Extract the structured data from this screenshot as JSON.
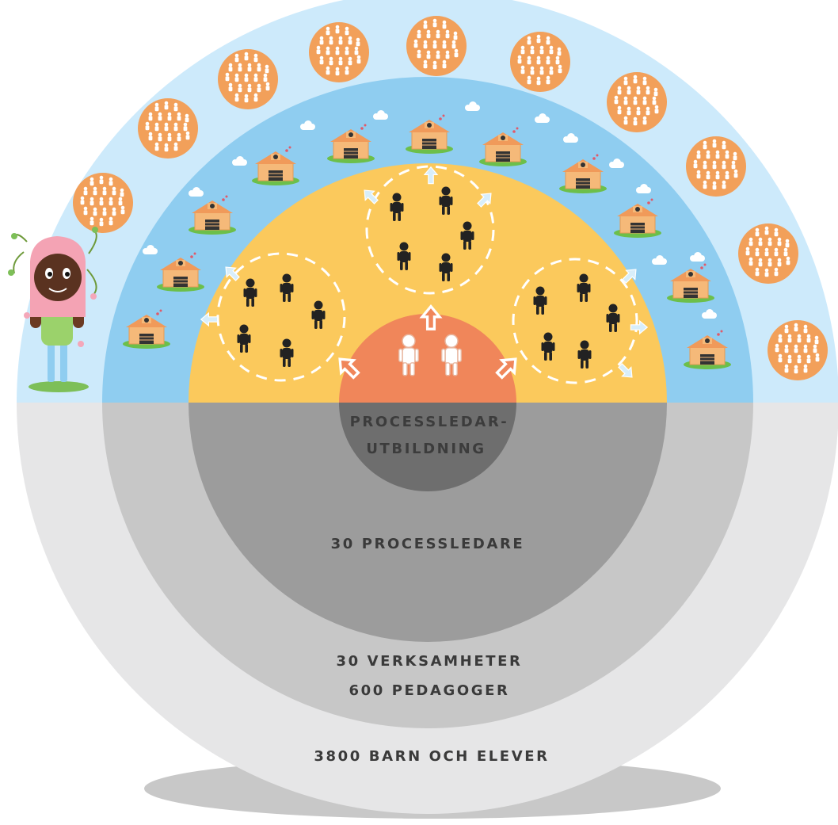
{
  "labels": {
    "core_line1": "PROCESSLEDAR-",
    "core_line2": "UTBILDNING",
    "ring2": "30 PROCESSLEDARE",
    "ring3_line1": "30 VERKSAMHETER",
    "ring3_line2": "600 PEDAGOGER",
    "ring4": "3800 BARN OCH ELEVER"
  },
  "colors": {
    "core_top": "#f0865a",
    "core_bottom": "#6e6e6e",
    "ring2_top": "#fbc95c",
    "ring2_bottom": "#9c9c9c",
    "ring3_top": "#8fcdf0",
    "ring3_bottom": "#c7c7c7",
    "ring4_top": "#cdeafb",
    "ring4_bottom": "#e6e6e7",
    "shadow": "#c8c8c8",
    "crowd": "#f2a05a",
    "leader_figure": "#222222",
    "trainer_figure": "#ffffff"
  },
  "icons": {
    "crowd": "crowd-circle-icon",
    "school": "school-house-icon",
    "leader": "person-icon",
    "trainer": "person-outline-icon",
    "child": "child-character-icon",
    "arrow": "arrow-icon",
    "cloud": "cloud-icon"
  }
}
